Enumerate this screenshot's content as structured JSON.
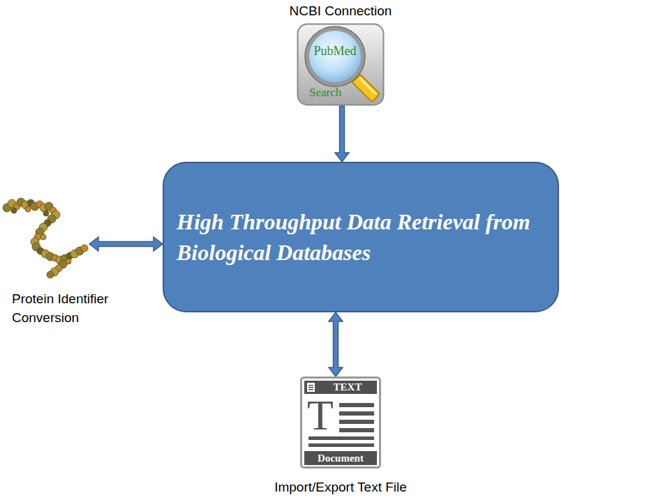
{
  "diagram": {
    "nodes": [
      {
        "text": [
          "NCBI Connection",
          "PubMed",
          "Search"
        ]
      },
      {
        "text": [
          "Protein Identifier Conversion"
        ]
      },
      {
        "text": [
          "High Throughput Data Retrieval from Biological Databases"
        ]
      },
      {
        "text": [
          "TEXT",
          "T",
          "Document",
          "Import/Export Text File"
        ]
      }
    ],
    "edges": [
      {
        "from": 0,
        "to": 2,
        "arrow": "to"
      },
      {
        "from": 1,
        "to": 2,
        "arrow": "both"
      },
      {
        "from": 2,
        "to": 3,
        "arrow": "both"
      }
    ]
  }
}
